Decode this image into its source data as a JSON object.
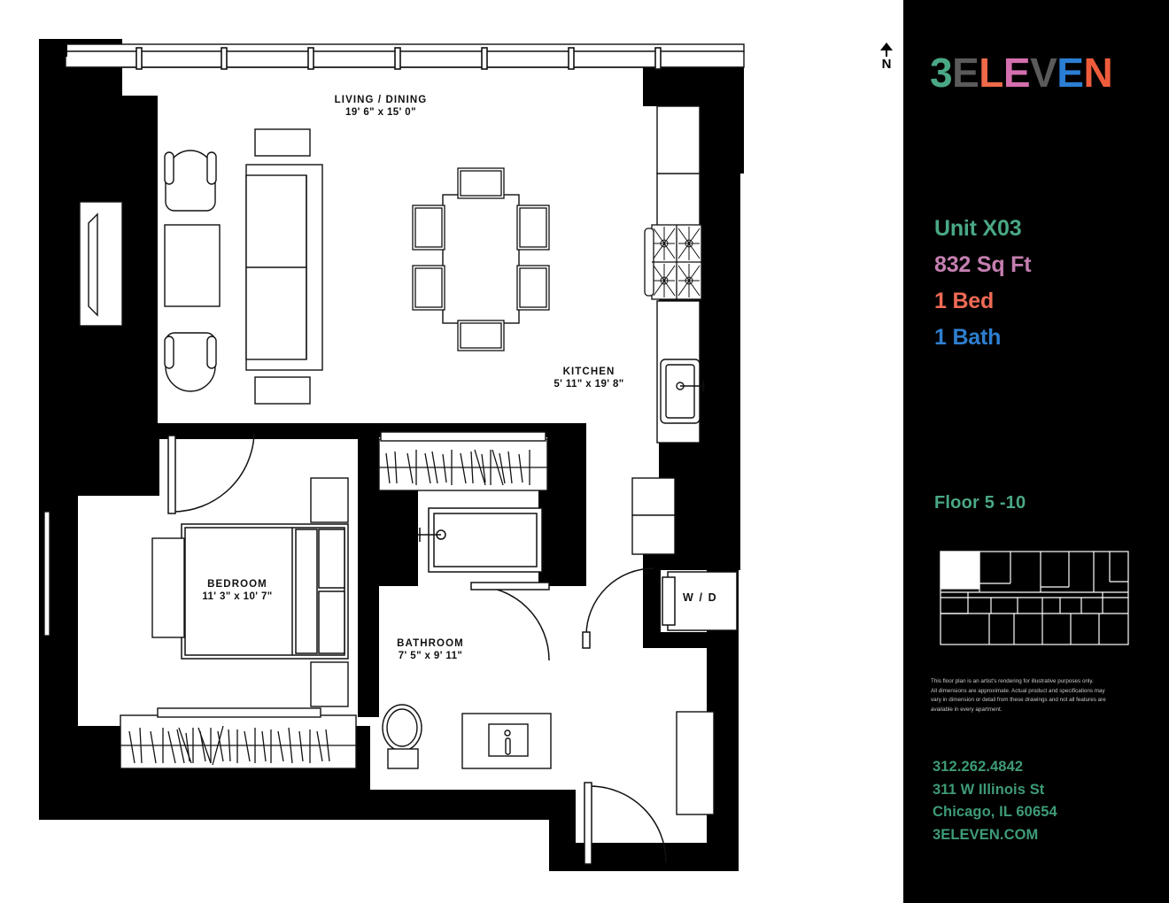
{
  "page": {
    "type": "apartment-floor-plan",
    "background": "#ffffff",
    "panel_background": "#000000"
  },
  "compass": {
    "label": "N",
    "icon": "north-arrow-icon"
  },
  "floorplan": {
    "rooms": [
      {
        "key": "living_dining",
        "name": "LIVING / DINING",
        "dims": "19' 6\"  x 15' 0\""
      },
      {
        "key": "kitchen",
        "name": "KITCHEN",
        "dims": "5' 11\"  x 19' 8\""
      },
      {
        "key": "bedroom",
        "name": "BEDROOM",
        "dims": "11' 3\"  x 10' 7\""
      },
      {
        "key": "bathroom",
        "name": "BATHROOM",
        "dims": "7' 5\"  x 9' 11\""
      }
    ],
    "appliances": {
      "washer_dryer": "W / D"
    }
  },
  "brand": {
    "name": "3ELEVEN",
    "letters": [
      {
        "char": "3",
        "color": "#4aa884"
      },
      {
        "char": "E",
        "color": "#5a5a5a"
      },
      {
        "char": "L",
        "color": "#ef6a4a"
      },
      {
        "char": "E",
        "color": "#d46fae"
      },
      {
        "char": "V",
        "color": "#5a5a5a"
      },
      {
        "char": "E",
        "color": "#2a7fd4"
      },
      {
        "char": "N",
        "color": "#ef5c3c"
      }
    ]
  },
  "unit": {
    "lines": [
      {
        "text": "Unit X03",
        "color": "#4aa884"
      },
      {
        "text": "832 Sq Ft",
        "color": "#c druid",
        "color_hex": "#c57fb0"
      },
      {
        "text": "1 Bed",
        "color": "#ef6a55"
      },
      {
        "text": "1 Bath",
        "color": "#2e7fd0"
      }
    ],
    "unit_name": "Unit X03",
    "area": "832 Sq Ft",
    "beds": "1 Bed",
    "baths": "1 Bath"
  },
  "floor": {
    "label": "Floor 5 -10",
    "color": "#4aa884"
  },
  "keyplan": {
    "caption": "floor-plate-key",
    "highlighted_unit": "top-left"
  },
  "disclaimer": {
    "lines": [
      "This floor plan is an artist's rendering for illustrative purposes only.",
      "All dimensions are approximate. Actual product and specifications may",
      "vary in dimension or detail from these drawings and not all features are",
      "available in every apartment."
    ]
  },
  "contact": {
    "color": "#3e9b76",
    "phone": "312.262.4842",
    "street": "311 W Illinois St",
    "city": "Chicago, IL 60654",
    "website": "3ELEVEN.COM"
  }
}
